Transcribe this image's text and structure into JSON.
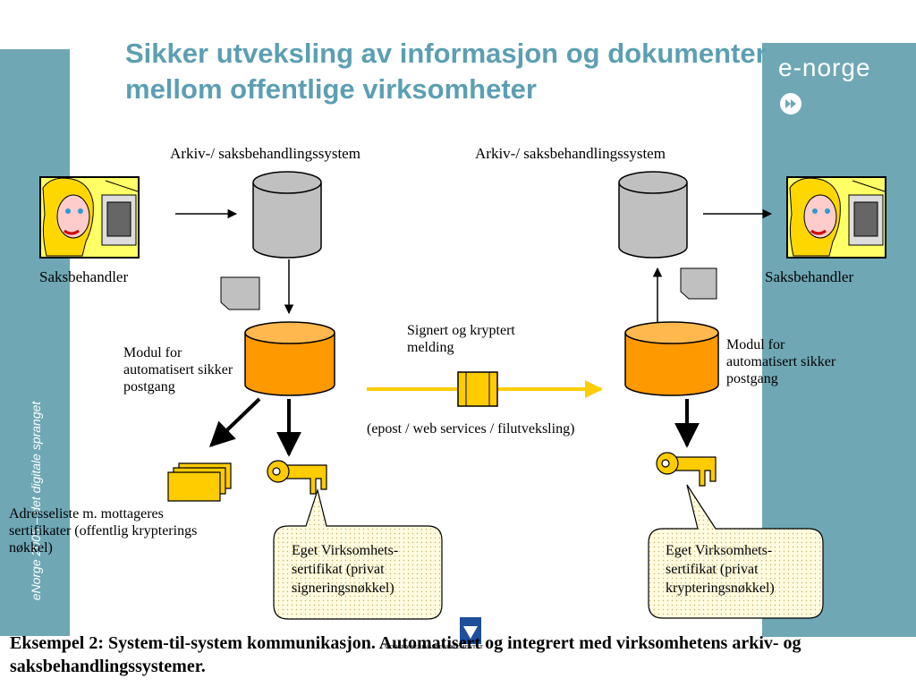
{
  "title": "Sikker utveksling av informasjon og dokumenter mellom offentlige virksomheter",
  "side_text": "eNorge 2005 – det digitale spranget",
  "logo": {
    "text": "e-norge",
    "icon": "play-forward-icon"
  },
  "left_system": {
    "system_label": "Arkiv-/ saksbehandlingssystem",
    "user_label": "Saksbehandler",
    "module_label": "Modul for automatisert sikker postgang",
    "address_list_label": "Adresseliste m. mottageres sertifikater  (offentlig krypterings nøkkel)",
    "certificate_label": "Eget Virksomhets-sertifikat (privat signeringsnøkkel)"
  },
  "right_system": {
    "system_label": "Arkiv-/ saksbehandlingssystem",
    "user_label": "Saksbehandler",
    "module_label": "Modul for automatisert sikker postgang",
    "certificate_label": "Eget Virksomhets-sertifikat  (privat krypteringsnøkkel)"
  },
  "message": {
    "label": "Signert og kryptert melding",
    "transport_label": "(epost / web services / filutveksling)"
  },
  "footer_logo_text": "MODERNISERINGSDEPARTEMENTET",
  "caption": "Eksempel 2: System-til-system kommunikasjon. Automatisert og integrert med virksomhetens arkiv- og saksbehandlingssystemer.",
  "colors": {
    "band": "#6fa7b5",
    "title": "#5c9fb3",
    "db_gray": "#c0c0c0",
    "db_orange": "#ff9900",
    "message_yellow": "#ffcc00",
    "bubble": "#fffbe0"
  }
}
